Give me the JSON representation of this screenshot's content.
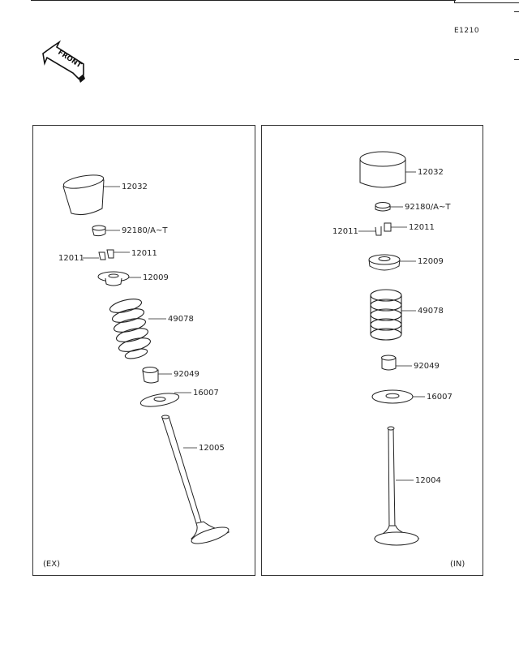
{
  "header": {
    "diagram_code": "E1210"
  },
  "front_arrow": {
    "text": "FRONT"
  },
  "exhaust": {
    "section_label": "(EX)",
    "parts": {
      "tappet": "12032",
      "shim": "92180/A~T",
      "retainer_right": "12011",
      "retainer_left": "12011",
      "spring_retainer": "12009",
      "spring": "49078",
      "valve_seal": "92049",
      "spring_seat": "16007",
      "valve": "12005"
    }
  },
  "intake": {
    "section_label": "(IN)",
    "parts": {
      "tappet": "12032",
      "shim": "92180/A~T",
      "retainer_right": "12011",
      "retainer_left": "12011",
      "spring_retainer": "12009",
      "spring": "49078",
      "valve_seal": "92049",
      "spring_seat": "16007",
      "valve": "12004"
    }
  }
}
